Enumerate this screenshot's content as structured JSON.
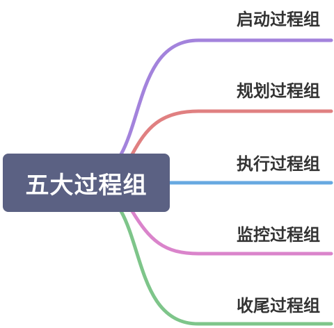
{
  "root": {
    "label": "五大过程组",
    "color": "#5b6183"
  },
  "branches": [
    {
      "label": "启动过程组",
      "color": "#a383dc"
    },
    {
      "label": "规划过程组",
      "color": "#e08081"
    },
    {
      "label": "执行过程组",
      "color": "#67a9e1"
    },
    {
      "label": "监控过程组",
      "color": "#da84cb"
    },
    {
      "label": "收尾过程组",
      "color": "#7ec58a"
    }
  ]
}
